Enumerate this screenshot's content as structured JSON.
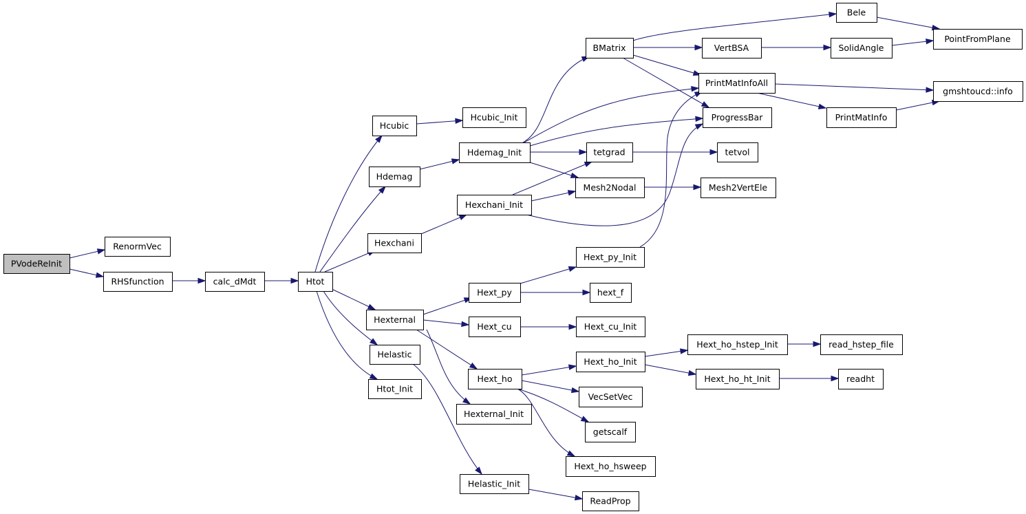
{
  "graph": {
    "root": "PVodeReInit",
    "nodes": [
      {
        "id": "PVodeReInit",
        "label": "PVodeReInit",
        "root": true
      },
      {
        "id": "RenormVec",
        "label": "RenormVec"
      },
      {
        "id": "RHSfunction",
        "label": "RHSfunction"
      },
      {
        "id": "calc_dMdt",
        "label": "calc_dMdt"
      },
      {
        "id": "Htot",
        "label": "Htot"
      },
      {
        "id": "Hcubic",
        "label": "Hcubic"
      },
      {
        "id": "Hdemag",
        "label": "Hdemag"
      },
      {
        "id": "Hexchani",
        "label": "Hexchani"
      },
      {
        "id": "Hexternal",
        "label": "Hexternal"
      },
      {
        "id": "Helastic",
        "label": "Helastic"
      },
      {
        "id": "Htot_Init",
        "label": "Htot_Init"
      },
      {
        "id": "Hcubic_Init",
        "label": "Hcubic_Init"
      },
      {
        "id": "Hdemag_Init",
        "label": "Hdemag_Init"
      },
      {
        "id": "Hexchani_Init",
        "label": "Hexchani_Init"
      },
      {
        "id": "Hext_py",
        "label": "Hext_py"
      },
      {
        "id": "Hext_cu",
        "label": "Hext_cu"
      },
      {
        "id": "Hext_ho",
        "label": "Hext_ho"
      },
      {
        "id": "Hexternal_Init",
        "label": "Hexternal_Init"
      },
      {
        "id": "Helastic_Init",
        "label": "Helastic_Init"
      },
      {
        "id": "BMatrix",
        "label": "BMatrix"
      },
      {
        "id": "tetgrad",
        "label": "tetgrad"
      },
      {
        "id": "Mesh2Nodal",
        "label": "Mesh2Nodal"
      },
      {
        "id": "Hext_py_Init",
        "label": "Hext_py_Init"
      },
      {
        "id": "hext_f",
        "label": "hext_f"
      },
      {
        "id": "Hext_cu_Init",
        "label": "Hext_cu_Init"
      },
      {
        "id": "Hext_ho_Init",
        "label": "Hext_ho_Init"
      },
      {
        "id": "VecSetVec",
        "label": "VecSetVec"
      },
      {
        "id": "getscalf",
        "label": "getscalf"
      },
      {
        "id": "Hext_ho_hsweep",
        "label": "Hext_ho_hsweep"
      },
      {
        "id": "ReadProp",
        "label": "ReadProp"
      },
      {
        "id": "Bele",
        "label": "Bele"
      },
      {
        "id": "VertBSA",
        "label": "VertBSA"
      },
      {
        "id": "PrintMatInfoAll",
        "label": "PrintMatInfoAll"
      },
      {
        "id": "ProgressBar",
        "label": "ProgressBar"
      },
      {
        "id": "tetvol",
        "label": "tetvol"
      },
      {
        "id": "Mesh2VertEle",
        "label": "Mesh2VertEle"
      },
      {
        "id": "SolidAngle",
        "label": "SolidAngle"
      },
      {
        "id": "PrintMatInfo",
        "label": "PrintMatInfo"
      },
      {
        "id": "Hext_ho_hstep_Init",
        "label": "Hext_ho_hstep_Init"
      },
      {
        "id": "Hext_ho_ht_Init",
        "label": "Hext_ho_ht_Init"
      },
      {
        "id": "PointFromPlane",
        "label": "PointFromPlane"
      },
      {
        "id": "gmshtoucd_info",
        "label": "gmshtoucd::info"
      },
      {
        "id": "read_hstep_file",
        "label": "read_hstep_file"
      },
      {
        "id": "readht",
        "label": "readht"
      }
    ],
    "edges": [
      {
        "from": "PVodeReInit",
        "to": "RenormVec"
      },
      {
        "from": "PVodeReInit",
        "to": "RHSfunction"
      },
      {
        "from": "RHSfunction",
        "to": "calc_dMdt"
      },
      {
        "from": "calc_dMdt",
        "to": "Htot"
      },
      {
        "from": "Htot",
        "to": "Hcubic"
      },
      {
        "from": "Htot",
        "to": "Hdemag"
      },
      {
        "from": "Htot",
        "to": "Hexchani"
      },
      {
        "from": "Htot",
        "to": "Hexternal"
      },
      {
        "from": "Htot",
        "to": "Helastic"
      },
      {
        "from": "Htot",
        "to": "Htot_Init"
      },
      {
        "from": "Hcubic",
        "to": "Hcubic_Init"
      },
      {
        "from": "Hdemag",
        "to": "Hdemag_Init"
      },
      {
        "from": "Hexchani",
        "to": "Hexchani_Init"
      },
      {
        "from": "Hexternal",
        "to": "Hext_py"
      },
      {
        "from": "Hexternal",
        "to": "Hext_cu"
      },
      {
        "from": "Hexternal",
        "to": "Hext_ho"
      },
      {
        "from": "Hexternal",
        "to": "Hexternal_Init"
      },
      {
        "from": "Helastic",
        "to": "Helastic_Init"
      },
      {
        "from": "Hdemag_Init",
        "to": "BMatrix"
      },
      {
        "from": "Hdemag_Init",
        "to": "PrintMatInfoAll"
      },
      {
        "from": "Hdemag_Init",
        "to": "ProgressBar"
      },
      {
        "from": "Hdemag_Init",
        "to": "tetgrad"
      },
      {
        "from": "Hdemag_Init",
        "to": "Mesh2Nodal"
      },
      {
        "from": "Hexchani_Init",
        "to": "tetgrad"
      },
      {
        "from": "Hexchani_Init",
        "to": "Mesh2Nodal"
      },
      {
        "from": "Hexchani_Init",
        "to": "ProgressBar"
      },
      {
        "from": "Hext_py",
        "to": "Hext_py_Init"
      },
      {
        "from": "Hext_py",
        "to": "hext_f"
      },
      {
        "from": "Hext_py_Init",
        "to": "PrintMatInfoAll"
      },
      {
        "from": "Hext_cu",
        "to": "Hext_cu_Init"
      },
      {
        "from": "Hext_ho",
        "to": "Hext_ho_Init"
      },
      {
        "from": "Hext_ho",
        "to": "VecSetVec"
      },
      {
        "from": "Hext_ho",
        "to": "getscalf"
      },
      {
        "from": "Hext_ho",
        "to": "Hext_ho_hsweep"
      },
      {
        "from": "Helastic_Init",
        "to": "ReadProp"
      },
      {
        "from": "BMatrix",
        "to": "Bele"
      },
      {
        "from": "BMatrix",
        "to": "VertBSA"
      },
      {
        "from": "BMatrix",
        "to": "PrintMatInfoAll"
      },
      {
        "from": "BMatrix",
        "to": "ProgressBar"
      },
      {
        "from": "VertBSA",
        "to": "SolidAngle"
      },
      {
        "from": "Bele",
        "to": "PointFromPlane"
      },
      {
        "from": "SolidAngle",
        "to": "PointFromPlane"
      },
      {
        "from": "PrintMatInfoAll",
        "to": "gmshtoucd_info"
      },
      {
        "from": "PrintMatInfoAll",
        "to": "PrintMatInfo"
      },
      {
        "from": "PrintMatInfo",
        "to": "gmshtoucd_info"
      },
      {
        "from": "tetgrad",
        "to": "tetvol"
      },
      {
        "from": "Mesh2Nodal",
        "to": "Mesh2VertEle"
      },
      {
        "from": "Hext_ho_Init",
        "to": "Hext_ho_hstep_Init"
      },
      {
        "from": "Hext_ho_Init",
        "to": "Hext_ho_ht_Init"
      },
      {
        "from": "Hext_ho_hstep_Init",
        "to": "read_hstep_file"
      },
      {
        "from": "Hext_ho_ht_Init",
        "to": "readht"
      }
    ]
  }
}
